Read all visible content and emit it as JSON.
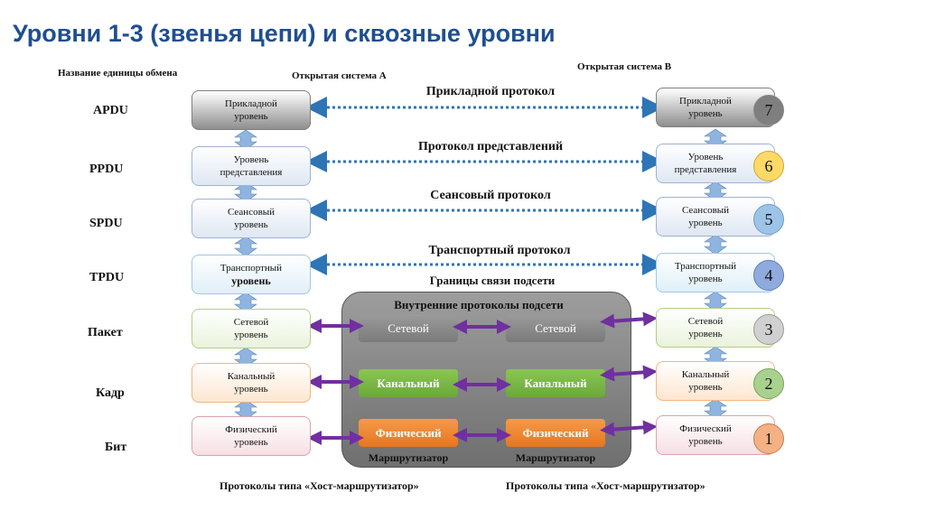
{
  "title": "Уровни 1-3 (звенья цепи) и сквозные уровни",
  "headers": {
    "units": "Название единицы обмена",
    "system_a": "Открытая система А",
    "system_b": "Открытая система В"
  },
  "pdus": [
    "APDU",
    "PPDU",
    "SPDU",
    "TPDU",
    "Пакет",
    "Кадр",
    "Бит"
  ],
  "protocols": [
    "Прикладной протокол",
    "Протокол представлений",
    "Сеансовый протокол",
    "Транспортный протокол"
  ],
  "system_a_layers": [
    [
      "Прикладной",
      "уровень"
    ],
    [
      "Уровень",
      "представления"
    ],
    [
      "Сеансовый",
      "уровень"
    ],
    [
      "Транспортный",
      "уровень"
    ],
    [
      "Сетевой",
      "уровень"
    ],
    [
      "Канальный",
      "уровень"
    ],
    [
      "Физический",
      "уровень"
    ]
  ],
  "system_b_layers": [
    [
      "Прикладной",
      "уровень"
    ],
    [
      "Уровень",
      "представления"
    ],
    [
      "Сеансовый",
      "уровень"
    ],
    [
      "Транспортный",
      "уровень"
    ],
    [
      "Сетевой",
      "уровень"
    ],
    [
      "Канальный",
      "уровень"
    ],
    [
      "Физический",
      "уровень"
    ]
  ],
  "layer_numbers": [
    "7",
    "6",
    "5",
    "4",
    "3",
    "2",
    "1"
  ],
  "subnet": {
    "boundary_label": "Границы связи подсети",
    "inner_label": "Внутренние протоколы подсети",
    "router_label": "Маршрутизатор",
    "router_layers": [
      "Сетевой",
      "Канальный",
      "Физический"
    ]
  },
  "bottom_labels": [
    "Протоколы типа «Хост-маршрутизатор»",
    "Протоколы типа «Хост-маршрутизатор»"
  ],
  "colors": {
    "title": "#1f4f8f",
    "dotted_arrow": "#2e75b6",
    "purple_arrow": "#7030a0",
    "badge_7": "#7f7f7f",
    "badge_6": "#ffd966",
    "badge_5": "#9dc3e6",
    "badge_4": "#8faadc",
    "badge_3": "#d0d0d0",
    "badge_2": "#a9d18e",
    "badge_1": "#f4b183"
  }
}
